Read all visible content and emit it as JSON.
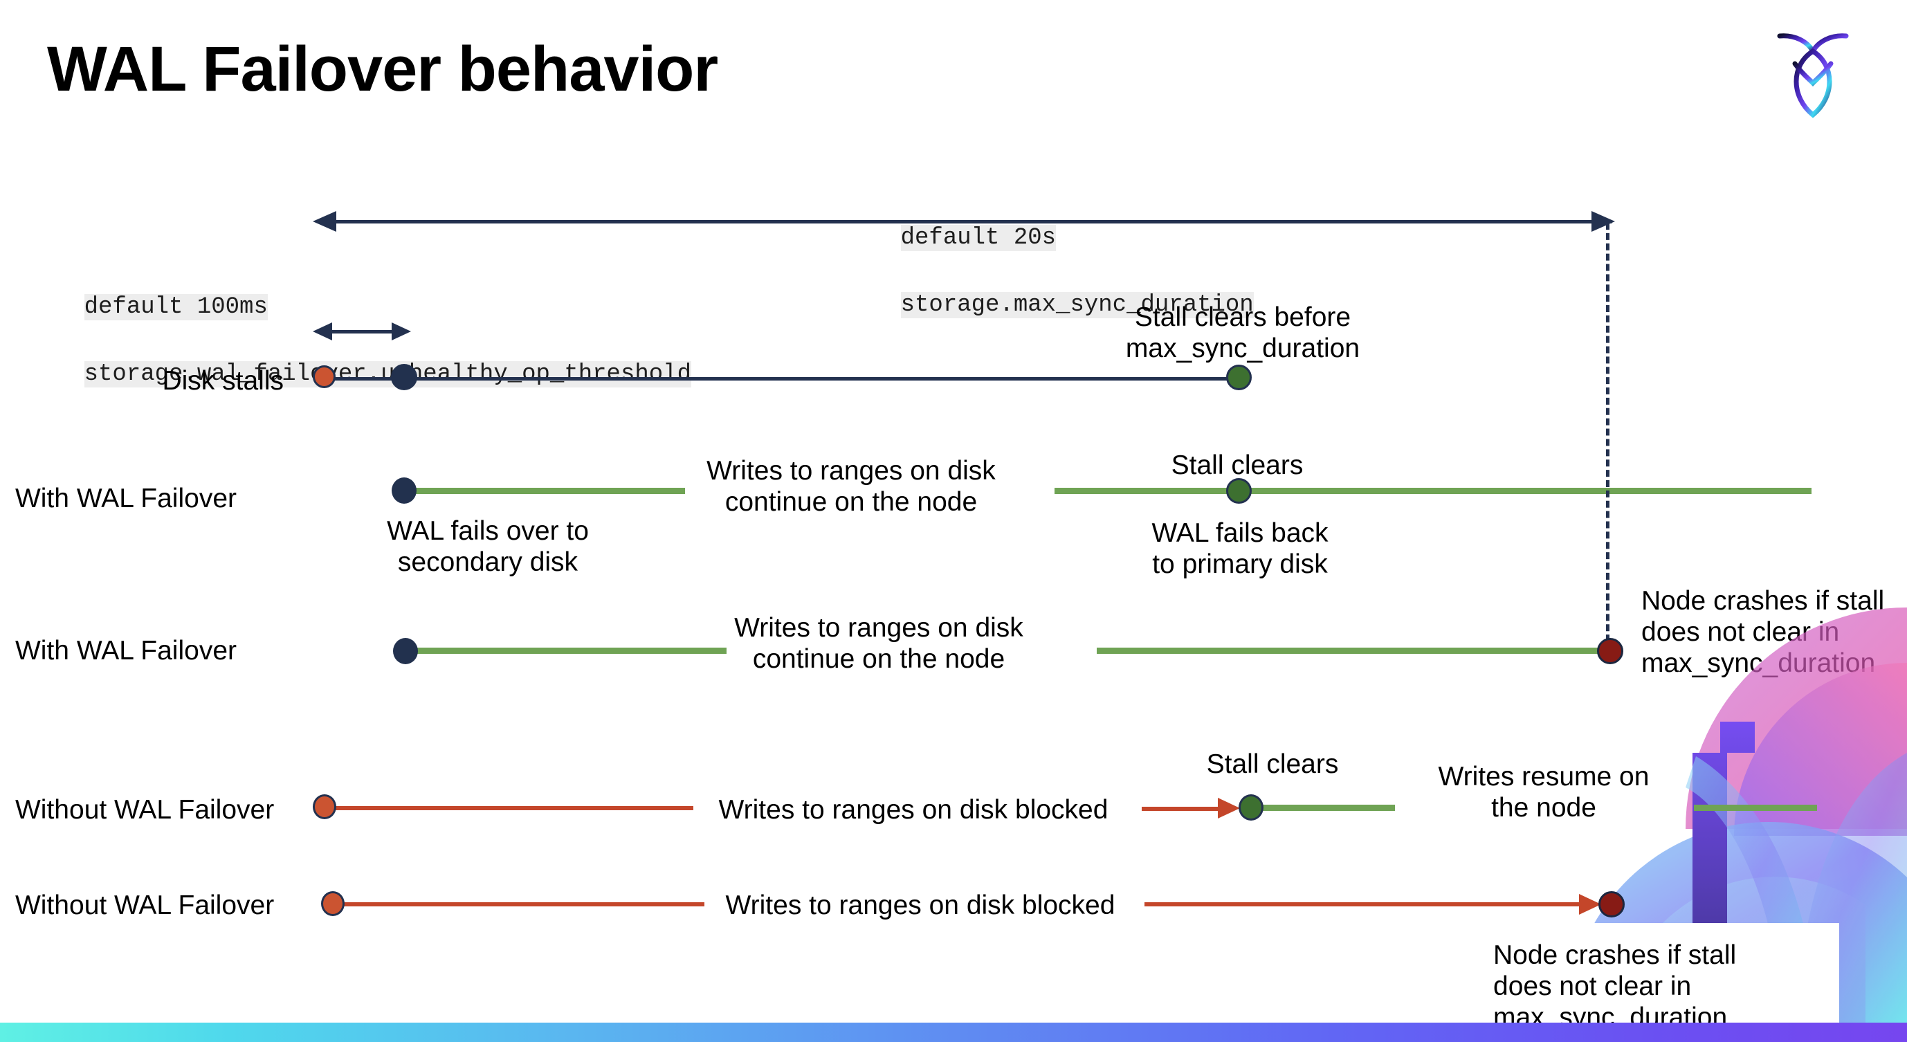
{
  "slide": {
    "title": "WAL Failover behavior",
    "logo_name": "cockroachdb-logo"
  },
  "annotations": {
    "max_sync_duration": {
      "line1": "default 20s",
      "line2": "storage.max_sync_duration"
    },
    "unhealthy_op_threshold": {
      "line1": "default 100ms",
      "line2": "storage.wal_failover.unhealthy_op_threshold"
    }
  },
  "rows": [
    {
      "id": "disk-stalls",
      "label": "Disk stalls",
      "callouts": [
        {
          "id": "stall-clears-before",
          "text": "Stall clears before\nmax_sync_duration"
        }
      ]
    },
    {
      "id": "with-wal-failover-recovers",
      "label": "With WAL Failover",
      "callouts": [
        {
          "id": "writes-continue",
          "text": "Writes to ranges on disk\ncontinue on the node"
        },
        {
          "id": "wal-fails-over",
          "text": "WAL fails over to\nsecondary disk"
        },
        {
          "id": "stall-clears",
          "text": "Stall clears"
        },
        {
          "id": "wal-fails-back",
          "text": "WAL fails  back\nto primary disk"
        }
      ]
    },
    {
      "id": "with-wal-failover-crashes",
      "label": "With WAL Failover",
      "callouts": [
        {
          "id": "writes-continue-2",
          "text": "Writes to ranges on disk\ncontinue on the node"
        },
        {
          "id": "node-crashes-1",
          "text": "Node crashes if stall\ndoes not clear in\nmax_sync_duration"
        }
      ]
    },
    {
      "id": "without-wal-failover-recovers",
      "label": "Without WAL Failover",
      "callouts": [
        {
          "id": "writes-blocked",
          "text": "Writes to ranges on disk  blocked"
        },
        {
          "id": "stall-clears-2",
          "text": "Stall clears"
        },
        {
          "id": "writes-resume",
          "text": "Writes resume on\nthe node"
        }
      ]
    },
    {
      "id": "without-wal-failover-crashes",
      "label": "Without WAL Failover",
      "callouts": [
        {
          "id": "writes-blocked-2",
          "text": "Writes to ranges on disk  blocked"
        },
        {
          "id": "node-crashes-2",
          "text": "Node crashes if stall\ndoes not clear in\nmax_sync_duration"
        }
      ]
    }
  ],
  "colors": {
    "navy": "#23314f",
    "green_line": "#6fa354",
    "green_dot": "#3d7030",
    "orange_line": "#c4462a",
    "orange_dot": "#cb5431",
    "dark_red_dot": "#871b15",
    "code_bg": "#ededed",
    "bottom_bar_start": "#5ff0e4",
    "bottom_bar_end": "#7646ef"
  }
}
